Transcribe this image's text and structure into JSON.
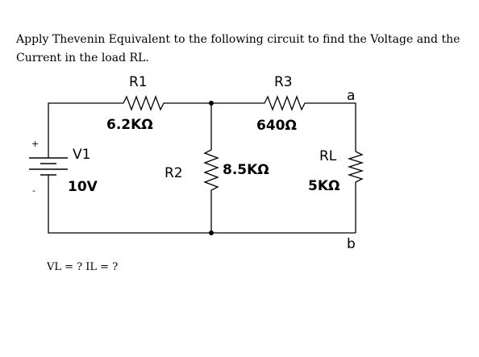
{
  "problem": {
    "prompt": "Apply Thevenin Equivalent to the following circuit to find the Voltage and the Current in the load RL.",
    "question": "VL = ?  IL = ?"
  },
  "circuit": {
    "source": {
      "name": "V1",
      "value": "10V",
      "plus": "+",
      "minus": "-"
    },
    "r1": {
      "name": "R1",
      "value": "6.2KΩ"
    },
    "r2": {
      "name": "R2",
      "value": "8.5KΩ"
    },
    "r3": {
      "name": "R3",
      "value": "640Ω"
    },
    "load": {
      "name": "RL",
      "value": "5KΩ"
    },
    "terminal_a": "a",
    "terminal_b": "b"
  }
}
